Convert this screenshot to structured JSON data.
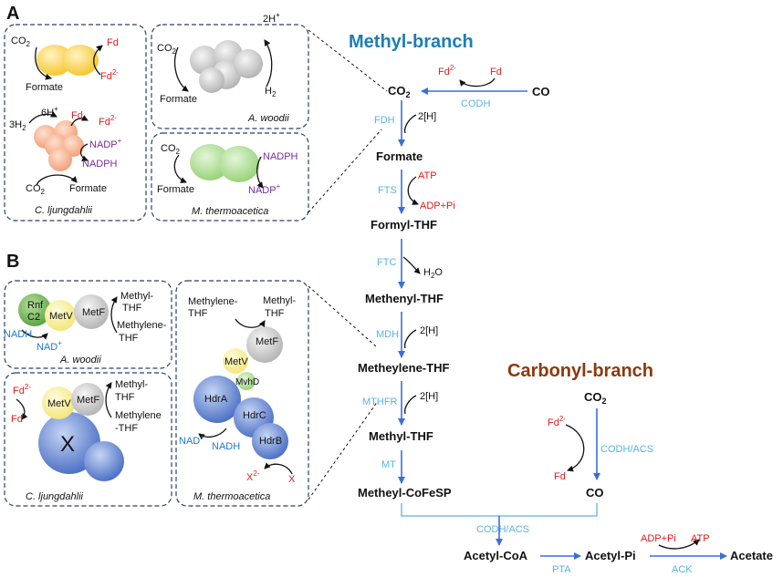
{
  "panels": {
    "a": "A",
    "b": "B"
  },
  "colors": {
    "flow": "#3a6fd8",
    "enzyme": "#5ab4de",
    "methyl_title": "#1a7fb5",
    "carbonyl_title": "#8b3a0f",
    "red": "#e41a1c",
    "purple": "#7b2c9e",
    "nadh_blue": "#1f78c8"
  },
  "titles": {
    "methyl": "Methyl-branch",
    "carbonyl": "Carbonyl-branch"
  },
  "panel_a": {
    "cl_box": {
      "co2": "CO",
      "sub2": "2",
      "fd": "Fd",
      "fd2": "Fd",
      "fd2_sup": "2-",
      "formate": "Formate",
      "h6": "6H",
      "plus": "+",
      "fd_b": "Fd",
      "fd2_b": "Fd",
      "fd2_b_sup": "2-",
      "h2": "3H",
      "sub2b": "2",
      "nadp": "NADP",
      "nadp_sup": "+",
      "nadph": "NADPH",
      "co2_b": "CO",
      "sub2c": "2",
      "formate_b": "Formate",
      "organism": "C. ljungdahlii"
    },
    "aw_box": {
      "co2": "CO",
      "sub2": "2",
      "h": "2H",
      "sup": "+",
      "formate": "Formate",
      "h2": "H",
      "sub2b": "2",
      "organism": "A. woodii"
    },
    "mt_box": {
      "co2": "CO",
      "sub2": "2",
      "nadph": "NADPH",
      "formate": "Formate",
      "nadp": "NADP",
      "nadp_sup": "+",
      "organism": "M. thermoacetica"
    }
  },
  "panel_b": {
    "aw": {
      "rnf": "Rnf",
      "c2": "C2",
      "metv": "MetV",
      "metf": "MetF",
      "methyl": "Methyl-",
      "thf": "THF",
      "methylene": "Methylene-",
      "thf2": "THF",
      "nadh": "NADH",
      "nad": "NAD",
      "nad_sup": "+",
      "organism": "A. woodii"
    },
    "cl": {
      "fd2": "Fd",
      "fd2_sup": "2-",
      "fd": "Fd",
      "metv": "MetV",
      "metf": "MetF",
      "x": "X",
      "methyl": "Methyl-",
      "thf": "THF",
      "methylene": "Methylene",
      "thf2": "-THF",
      "organism": "C. ljungdahlii"
    },
    "mt": {
      "methylene": "Methylene-",
      "thf": "THF",
      "methyl": "Methyl-",
      "thf2": "THF",
      "metf": "MetF",
      "metv": "MetV",
      "mvhd": "MvhD",
      "hdra": "HdrA",
      "hdrc": "HdrC",
      "hdrb": "HdrB",
      "nad": "NAD",
      "nad_sup": "+",
      "nadh": "NADH",
      "x2": "X",
      "x2_sup": "2-",
      "x": "X",
      "organism": "M. thermoacetica"
    }
  },
  "pathway": {
    "co2": "CO",
    "co2_sub": "2",
    "co": "CO",
    "fd2": "Fd",
    "fd2_sup": "2-",
    "fd": "Fd",
    "codh": "CODH",
    "fdh": "FDH",
    "h2_1": "2[H]",
    "formate": "Formate",
    "fts": "FTS",
    "atp": "ATP",
    "adp": "ADP+Pi",
    "formyl_thf": "Formyl-THF",
    "ftc": "FTC",
    "h2o": "H",
    "h2o_sub": "2",
    "h2o_o": "O",
    "methenyl_thf": "Methenyl-THF",
    "mdh": "MDH",
    "h2_2": "2[H]",
    "methylene_thf": "Metheylene-THF",
    "mthfr": "MTHFR",
    "h2_3": "2[H]",
    "methyl_thf": "Methyl-THF",
    "mt": "MT",
    "methyl_cofesp": "Metheyl-CoFeSP",
    "carb_co2": "CO",
    "carb_co2_sub": "2",
    "carb_fd2": "Fd",
    "carb_fd2_sup": "2-",
    "carb_codh": "CODH/ACS",
    "carb_fd": "Fd",
    "carb_co": "CO",
    "codh_acs": "CODH/ACS",
    "acetyl_coa": "Acetyl-CoA",
    "pta": "PTA",
    "acetyl_pi": "Acetyl-Pi",
    "ack": "ACK",
    "acetate": "Acetate"
  }
}
